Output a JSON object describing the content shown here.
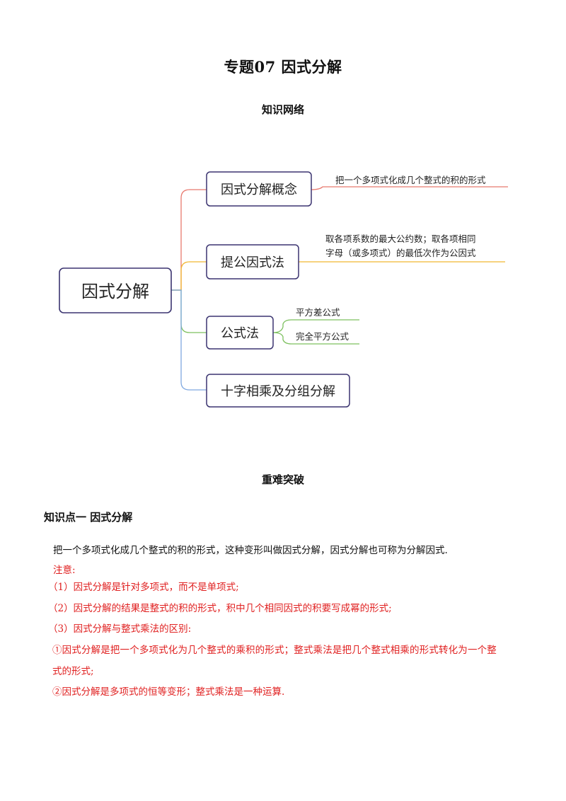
{
  "title": "专题07  因式分解",
  "subtitle": "知识网络",
  "mindmap": {
    "root": "因式分解",
    "branches": [
      {
        "label": "因式分解概念",
        "notes": [
          "把一个多项式化成几个整式的积的形式"
        ],
        "color": "#e8796e"
      },
      {
        "label": "提公因式法",
        "notes": [
          "取各项系数的最大公约数；取各项相同",
          "字母（或多项式）的最低次作为公因式"
        ],
        "color": "#f1b731"
      },
      {
        "label": "公式法",
        "notes": [
          "平方差公式",
          "完全平方公式"
        ],
        "color": "#7dc05f"
      },
      {
        "label": "十字相乘及分组分解",
        "notes": [],
        "color": "#7fa8e0"
      }
    ]
  },
  "section_title": "重难突破",
  "knowledge_point": "知识点一  因式分解",
  "paragraphs": {
    "definition": "把一个多项式化成几个整式的积的形式，这种变形叫做因式分解，因式分解也可称为分解因式.",
    "note_label": "注意:",
    "note1": "（1）因式分解是针对多项式，而不是单项式;",
    "note2": "（2）因式分解的结果是整式的积的形式，积中几个相同因式的积要写成幂的形式;",
    "note3": "（3）因式分解与整式乘法的区别:",
    "diff1_line1": "①因式分解是把一个多项式化为几个整式的乘积的形式；整式乘法是把几个整式相乘的形式转化为一个整",
    "diff1_line2": "式的形式;",
    "diff2": "②因式分解是多项式的恒等变形；整式乘法是一种运算."
  }
}
